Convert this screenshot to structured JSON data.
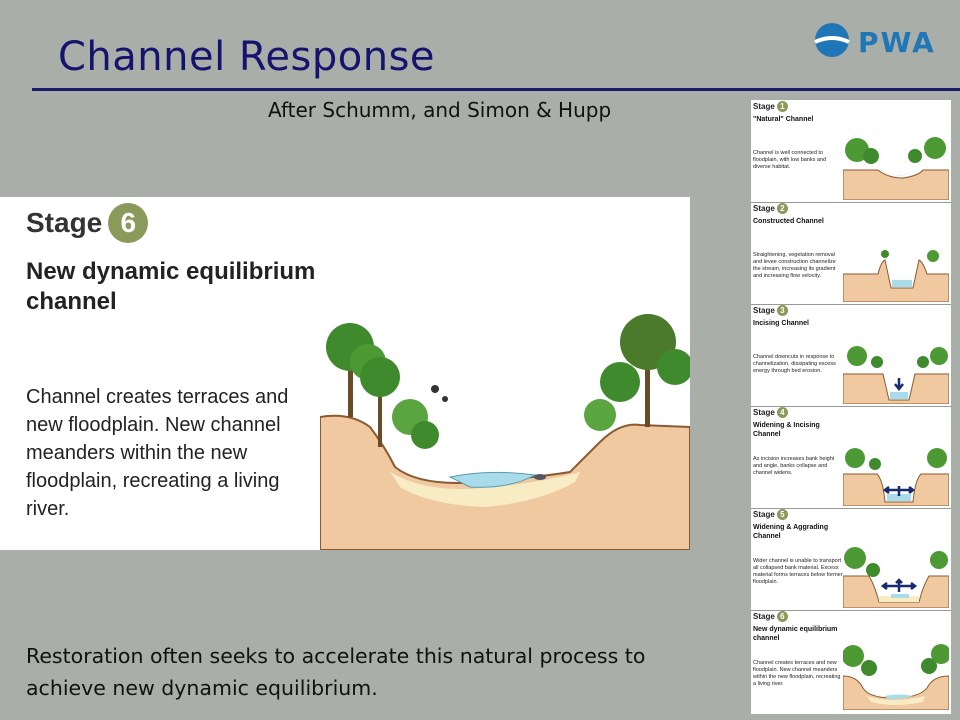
{
  "title": "Channel Response",
  "logo": {
    "text": "PWA",
    "name": "pwa-logo"
  },
  "subtitle": "After Schumm, and Simon & Hupp",
  "main_figure": {
    "stage_label": "Stage",
    "stage_number": "6",
    "heading": "New dynamic equilibrium channel",
    "body": "Channel creates terraces and new floodplain. New channel meanders within the new floodplain, recreating a living river."
  },
  "caption": "Restoration often seeks to accelerate this natural process to achieve new dynamic equilibrium.",
  "stages": [
    {
      "label": "Stage",
      "number": "1",
      "heading": "\"Natural\" Channel",
      "body": "Channel is well connected to floodplain, with low banks and diverse habitat."
    },
    {
      "label": "Stage",
      "number": "2",
      "heading": "Constructed Channel",
      "body": "Straightening, vegetation removal and levee construction channelize the stream, increasing its gradient and increasing flow velocity."
    },
    {
      "label": "Stage",
      "number": "3",
      "heading": "Incising Channel",
      "body": "Channel downcuts in response to channelization, dissipating excess energy through bed erosion."
    },
    {
      "label": "Stage",
      "number": "4",
      "heading": "Widening & Incising Channel",
      "body": "As incision increases bank height and angle, banks collapse and channel widens."
    },
    {
      "label": "Stage",
      "number": "5",
      "heading": "Widening & Aggrading Channel",
      "body": "Wider channel is unable to transport all collapsed bank material. Excess material forms terraces below former floodplain."
    },
    {
      "label": "Stage",
      "number": "6",
      "heading": "New dynamic equilibrium channel",
      "body": "Channel creates terraces and new floodplain. New channel meanders within the new floodplain, recreating a living river."
    }
  ],
  "colors": {
    "title": "#14146e",
    "background": "#a9aea9",
    "soil": "#f0c9a0",
    "water": "#a8dcea",
    "tree": "#3f8a2c",
    "logo": "#1f77b7",
    "stage_badge": "#8a9a5a"
  }
}
